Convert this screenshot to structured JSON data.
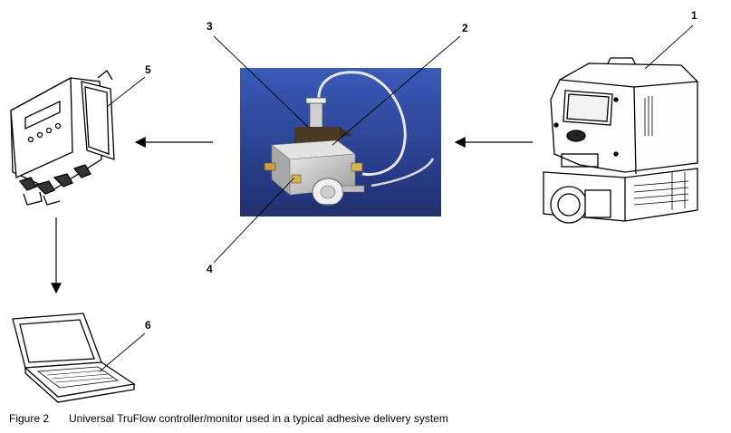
{
  "callouts": {
    "c1": "1",
    "c2": "2",
    "c3": "3",
    "c4": "4",
    "c5": "5",
    "c6": "6"
  },
  "caption": {
    "figure": "Figure 2",
    "text": "Universal TruFlow controller/monitor used in a typical adhesive delivery system"
  },
  "colors": {
    "photo_background": "#2a3f8e",
    "metal_block": "#c8c8c8",
    "line": "#000000"
  }
}
